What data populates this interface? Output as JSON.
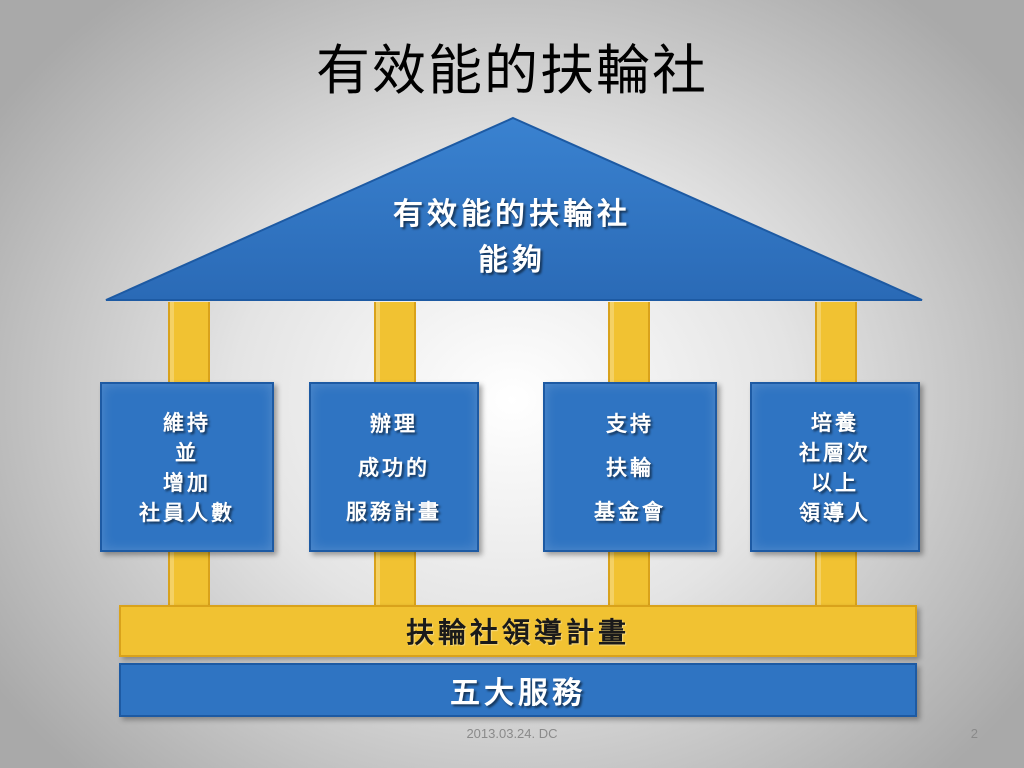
{
  "slide": {
    "title": "有效能的扶輪社",
    "footer_date": "2013.03.24. DC",
    "page_number": "2"
  },
  "roof": {
    "line1": "有效能的扶輪社",
    "line2": "能夠"
  },
  "pillars": [
    {
      "lines": [
        "維持",
        "並",
        "增加",
        "社員人數"
      ]
    },
    {
      "lines": [
        "辦理",
        "成功的",
        "服務計畫"
      ]
    },
    {
      "lines": [
        "支持",
        "扶輪",
        "基金會"
      ]
    },
    {
      "lines": [
        "培養",
        "社層次",
        "以上",
        "領導人"
      ]
    }
  ],
  "foundation": {
    "leadership_plan": "扶輪社領導計畫",
    "five_services": "五大服務"
  },
  "colors": {
    "roof_blue": "#2f74c2",
    "pillar_yellow": "#f1c232"
  }
}
